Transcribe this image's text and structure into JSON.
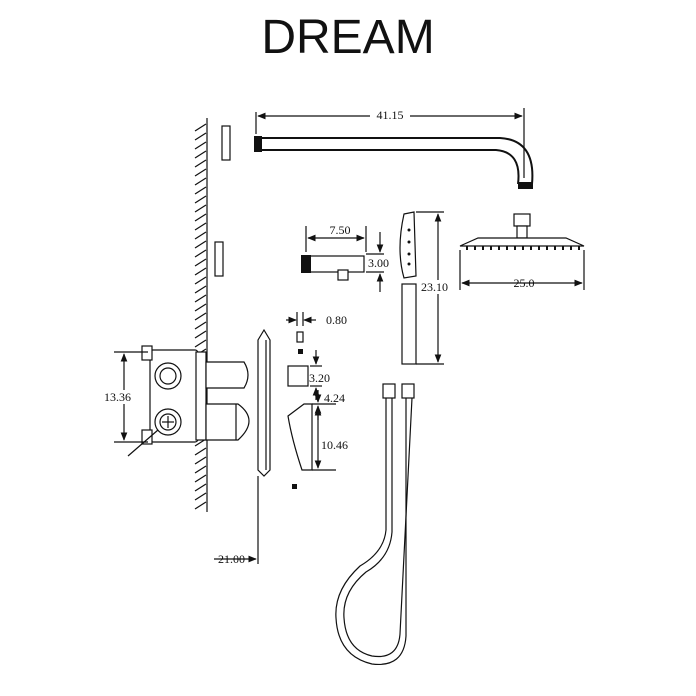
{
  "title": "DREAM",
  "colors": {
    "line": "#111111",
    "background": "#ffffff"
  },
  "dimensions": {
    "arm_length": "41.15",
    "elbow_width": "7.50",
    "elbow_height": "3.00",
    "handshower_length": "23.10",
    "head_width": "25.0",
    "pin_width": "0.80",
    "knob_height": "3.20",
    "lever_depth": "4.24",
    "lever_height": "10.46",
    "valve_height": "13.36",
    "wall_depth": "21.00"
  }
}
